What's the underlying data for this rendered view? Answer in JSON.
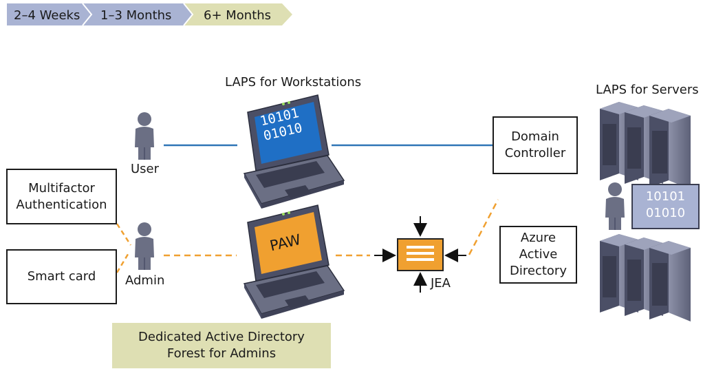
{
  "timeline": {
    "steps": [
      {
        "label": "2–4 Weeks",
        "color": "#a9b3d3"
      },
      {
        "label": "1–3 Months",
        "color": "#a9b3d3"
      },
      {
        "label": "6+ Months",
        "color": "#dedfb3"
      }
    ]
  },
  "diagram": {
    "laps_workstations": "LAPS for Workstations",
    "laps_servers": "LAPS for Servers",
    "user_label": "User",
    "admin_label": "Admin",
    "mfa": {
      "line1": "Multifactor",
      "line2": "Authentication"
    },
    "smart_card": "Smart card",
    "domain_controller": {
      "line1": "Domain",
      "line2": "Controller"
    },
    "azure_ad": {
      "line1": "Azure",
      "line2": "Active",
      "line3": "Directory"
    },
    "jea_label": "JEA",
    "paw_label": "PAW",
    "laptop_binary": {
      "line1": "10101",
      "line2": "01010"
    },
    "server_binary": {
      "line1": "10101",
      "line2": "01010"
    },
    "forest": {
      "line1": "Dedicated Active Directory",
      "line2": "Forest for Admins"
    }
  },
  "colors": {
    "blue_line": "#2e75b6",
    "orange_dashed": "#f0a030",
    "laptop_screen_blue": "#1f6fc5",
    "paw_orange": "#f0a030",
    "device_gray": "#6b6f84",
    "timeline_blue": "#a9b3d3",
    "timeline_khaki": "#dedfb3"
  }
}
